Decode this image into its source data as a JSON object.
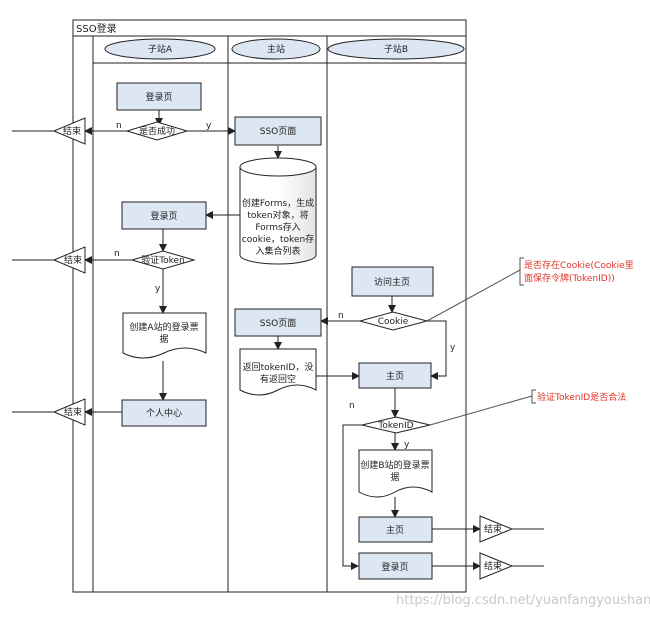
{
  "diagram": {
    "title": "SSO登录",
    "lanes": [
      "子站A",
      "主站",
      "子站B"
    ],
    "nodes": {
      "a_login_1": "登录页",
      "a_login_2": "登录页",
      "a_personal_center": "个人中心",
      "main_sso_page_1": "SSO页面",
      "main_sso_page_2": "SSO页面",
      "b_visit_home": "访问主页",
      "b_home_1": "主页",
      "b_home_2": "主页",
      "b_login": "登录页",
      "decision_success": "是否成功",
      "decision_verify_token": "验证Token",
      "decision_cookie": "Cookie",
      "decision_tokenid": "TokenID",
      "db_create_forms": [
        "创建Forms，生成",
        "token对象，将",
        "Forms存入",
        "cookie，token存",
        "入集合列表"
      ],
      "doc_a_ticket": [
        "创建A站的登录票",
        "据"
      ],
      "doc_return_tokenid": [
        "返回tokenID，没",
        "有返回空"
      ],
      "doc_b_ticket": [
        "创建B站的登录票",
        "据"
      ],
      "end_1": "结束",
      "end_2": "结束",
      "end_3": "结束",
      "end_4": "结束",
      "end_5": "结束"
    },
    "edge_labels": {
      "success_no": "n",
      "success_yes": "y",
      "verify_no": "n",
      "verify_yes": "y",
      "cookie_no": "n",
      "cookie_yes": "y",
      "tokenid_no": "n",
      "tokenid_yes": "y"
    },
    "annotations": {
      "cookie_note": [
        "是否存在Cookie(Cookie里",
        "面保存令牌(TokenID))"
      ],
      "tokenid_note": "验证TokenID是否合法"
    },
    "watermark": "https://blog.csdn.net/yuanfangyoushan",
    "colors": {
      "process_fill": "#dde6f3",
      "line": "#222222",
      "annotation": "#e0342a"
    }
  }
}
